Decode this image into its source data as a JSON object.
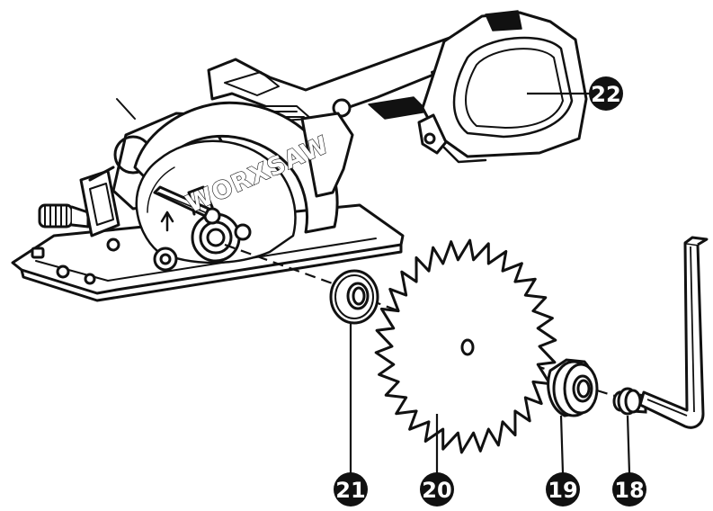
{
  "diagram": {
    "blade_brand": "WORXSAW",
    "parts": [
      {
        "id": "part-18",
        "number": "18"
      },
      {
        "id": "part-19",
        "number": "19"
      },
      {
        "id": "part-20",
        "number": "20"
      },
      {
        "id": "part-21",
        "number": "21"
      },
      {
        "id": "part-22",
        "number": "22"
      }
    ]
  },
  "colors": {
    "line": "#111111",
    "callout_fill": "#111111",
    "callout_text": "#ffffff",
    "background": "#ffffff"
  }
}
